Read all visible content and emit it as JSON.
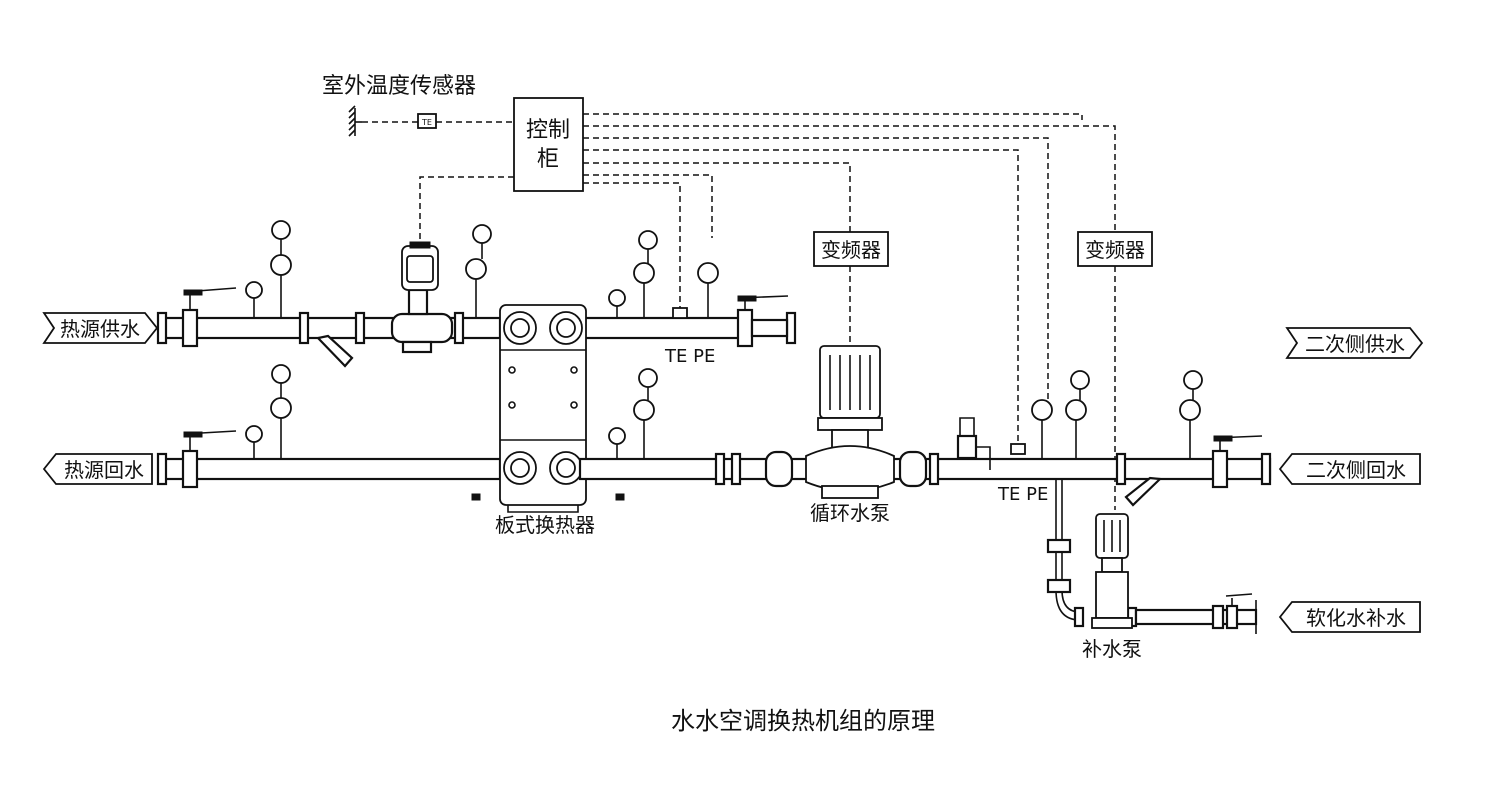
{
  "title": "水水空调换热机组的原理",
  "labels": {
    "outdoor_sensor": "室外温度传感器",
    "sensor_mark": "TE",
    "control_cabinet_line1": "控制",
    "control_cabinet_line2": "柜",
    "vfd_1": "变频器",
    "vfd_2": "变频器",
    "te_pe_1": "TE PE",
    "te_pe_2": "TE PE",
    "plate_hx": "板式换热器",
    "circ_pump": "循环水泵",
    "makeup_pump": "补水泵"
  },
  "flows": {
    "heat_supply": "热源供水",
    "heat_return": "热源回水",
    "secondary_supply": "二次侧供水",
    "secondary_return": "二次侧回水",
    "softened_makeup": "软化水补水"
  }
}
